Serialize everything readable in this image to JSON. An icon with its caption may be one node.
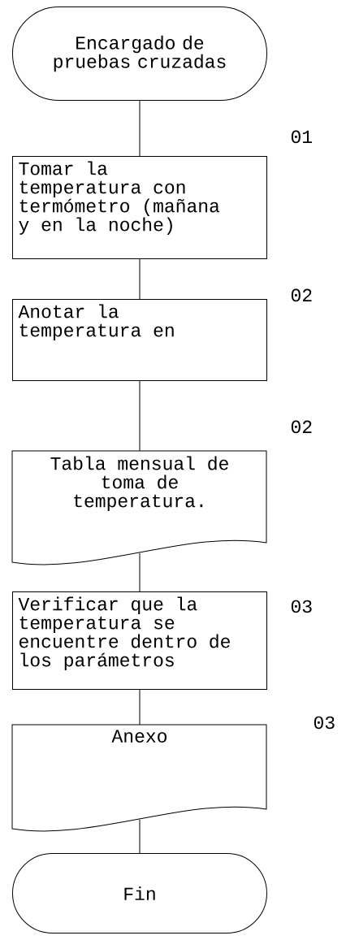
{
  "diagram": {
    "nodes": [
      {
        "text": [
          "Encargado de pruebas cruzadas"
        ]
      },
      {
        "text": [
          "Tomar la temperatura con termómetro (mañana y en la noche)"
        ]
      },
      {
        "text": [
          "Anotar la temperatura en"
        ]
      },
      {
        "text": [
          "Tabla mensual de toma de temperatura."
        ]
      },
      {
        "text": [
          "Verificar que la temperatura se encuentre dentro de los parámetros"
        ]
      },
      {
        "text": [
          "Anexo"
        ]
      },
      {
        "text": [
          "Fin"
        ]
      }
    ],
    "edges": [
      {
        "from": 0,
        "to": 1,
        "arrow": "none"
      },
      {
        "from": 1,
        "to": 2,
        "arrow": "none"
      },
      {
        "from": 2,
        "to": 3,
        "arrow": "none"
      },
      {
        "from": 3,
        "to": 4,
        "arrow": "none"
      },
      {
        "from": 4,
        "to": 5,
        "arrow": "none"
      },
      {
        "from": 5,
        "to": 6,
        "arrow": "none"
      }
    ],
    "labels": [
      "01",
      "02",
      "02",
      "03",
      "03"
    ]
  }
}
